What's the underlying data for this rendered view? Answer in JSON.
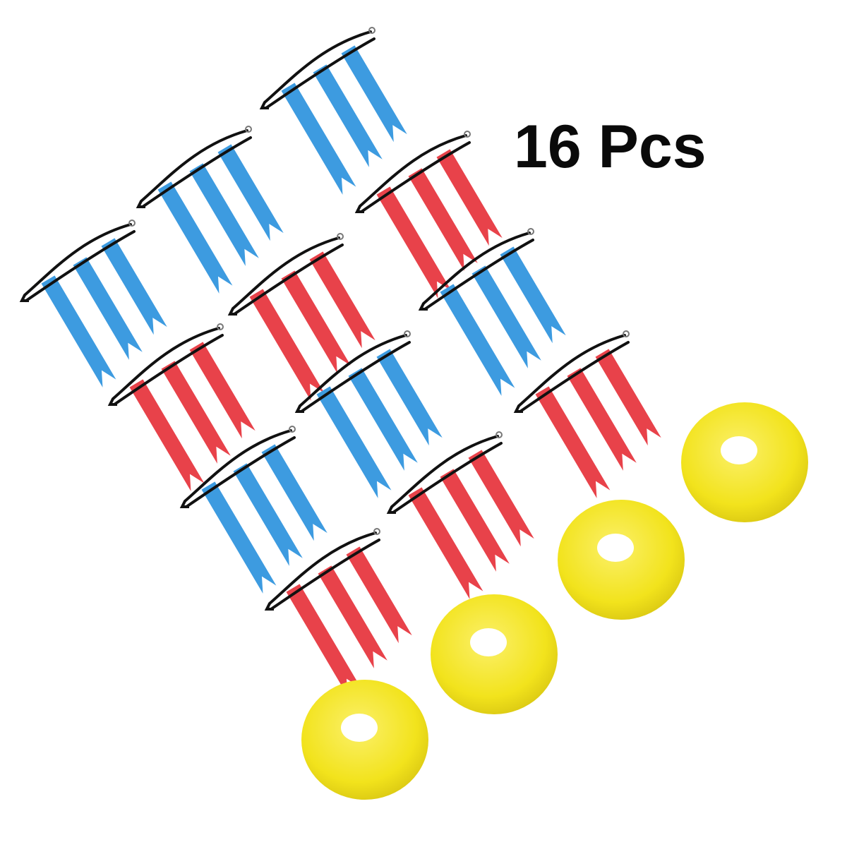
{
  "product_label": "16 Pcs",
  "belts": [
    {
      "color": "blue"
    },
    {
      "color": "blue"
    },
    {
      "color": "blue"
    },
    {
      "color": "red"
    },
    {
      "color": "red"
    },
    {
      "color": "blue"
    },
    {
      "color": "red"
    },
    {
      "color": "blue"
    },
    {
      "color": "red"
    },
    {
      "color": "blue"
    },
    {
      "color": "red"
    },
    {
      "color": "red"
    }
  ],
  "cones": [
    {
      "color": "yellow"
    },
    {
      "color": "yellow"
    },
    {
      "color": "yellow"
    },
    {
      "color": "yellow"
    }
  ],
  "colors": {
    "blue_flag": "#3d9be0",
    "red_flag": "#e8424a",
    "belt_strap": "#111111",
    "cone": "#f2e31c",
    "cone_shade": "#d8c612",
    "label": "#0a0a0a"
  }
}
